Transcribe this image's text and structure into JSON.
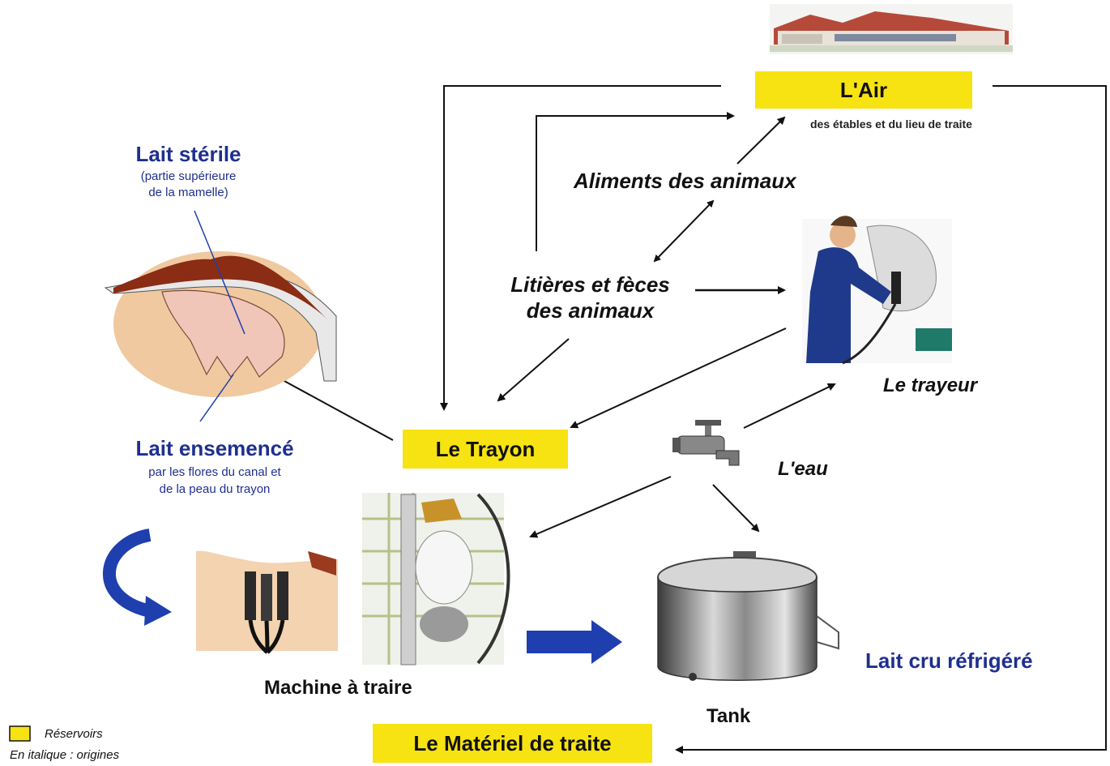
{
  "reservoirs": {
    "air": "L'Air",
    "trayon": "Le Trayon",
    "materiel": "Le Matériel de traite"
  },
  "air_subtitle": "des étables et du lieu de traite",
  "origins": {
    "aliments": "Aliments des animaux",
    "litieres_line1": "Litières et fèces",
    "litieres_line2": "des animaux",
    "trayeur": "Le trayeur",
    "eau": "L'eau"
  },
  "udder": {
    "sterile_title": "Lait stérile",
    "sterile_line1": "(partie supérieure",
    "sterile_line2": "de la mamelle)",
    "ensemence_title": "Lait ensemencé",
    "ensemence_line1": "par les flores du canal et",
    "ensemence_line2": "de la peau du trayon"
  },
  "equipment": {
    "machine": "Machine à traire",
    "tank": "Tank",
    "lait_cru": "Lait cru réfrigéré"
  },
  "legend": {
    "reservoirs": "Réservoirs",
    "italics": "En italique : origines"
  },
  "colors": {
    "reservoir_yellow": "#f7e312",
    "title_blue": "#1f2f8f",
    "arrow_blue": "#1f3fae"
  }
}
